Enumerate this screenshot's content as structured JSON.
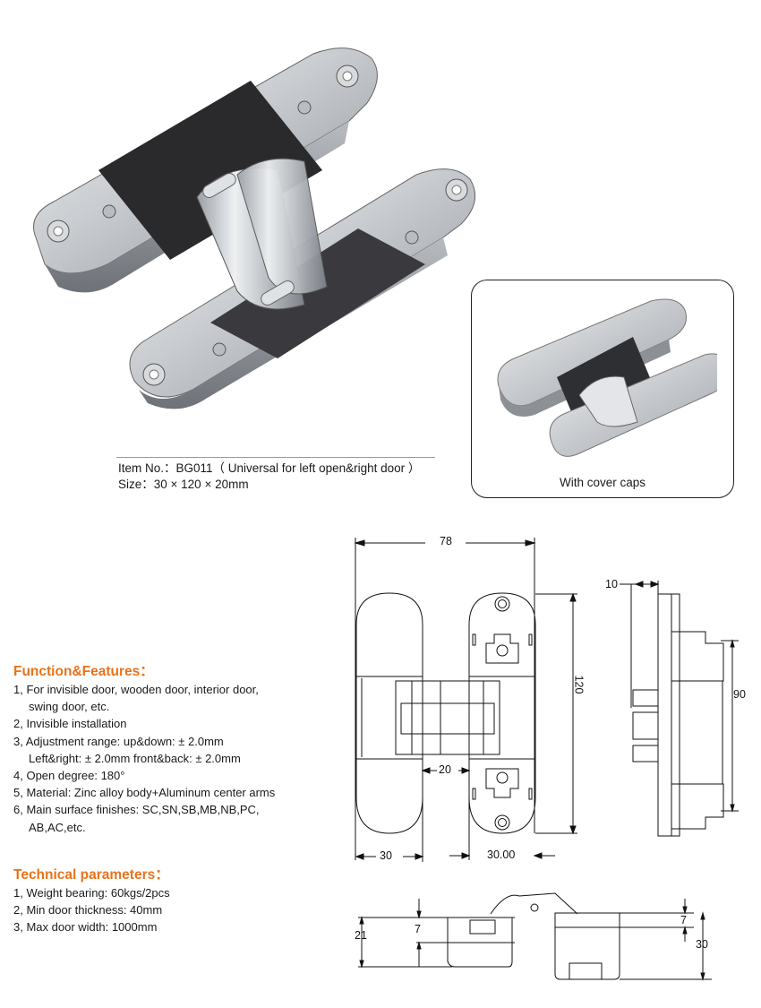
{
  "product": {
    "item_line": "Item No.：BG011（ Universal for left open&right door ）",
    "size_line": "Size：30 × 120 × 20mm",
    "inset_caption": "With cover caps"
  },
  "features": {
    "title": "Function&Features：",
    "items": [
      {
        "line1": "1, For invisible door, wooden door, interior door,",
        "line2": "swing door, etc."
      },
      {
        "line1": "2, Invisible installation"
      },
      {
        "line1": "3, Adjustment range: up&down: ± 2.0mm",
        "line2": "Left&right: ± 2.0mm  front&back: ± 2.0mm"
      },
      {
        "line1": "4, Open degree: 180°"
      },
      {
        "line1": "5, Material: Zinc alloy body+Aluminum center arms"
      },
      {
        "line1": "6, Main surface finishes: SC,SN,SB,MB,NB,PC,",
        "line2": "AB,AC,etc."
      }
    ]
  },
  "technical": {
    "title": "Technical parameters：",
    "items": [
      "1, Weight bearing: 60kgs/2pcs",
      "2, Min door thickness: 40mm",
      "3, Max door width: 1000mm"
    ]
  },
  "drawing": {
    "front_view": {
      "width_total": "78",
      "height": "120",
      "gap": "20",
      "left_width": "30",
      "right_width": "30.00"
    },
    "side_view": {
      "depth": "10",
      "body_height": "90"
    },
    "bottom_view": {
      "left_height": "21",
      "left_inner": "7",
      "right_inner": "7",
      "right_height": "30"
    }
  },
  "colors": {
    "accent": "#e8731c",
    "text": "#1a1a1a",
    "metal_light": "#e6e8ea",
    "metal_mid": "#a9adb2",
    "metal_dark": "#3a3c40"
  }
}
